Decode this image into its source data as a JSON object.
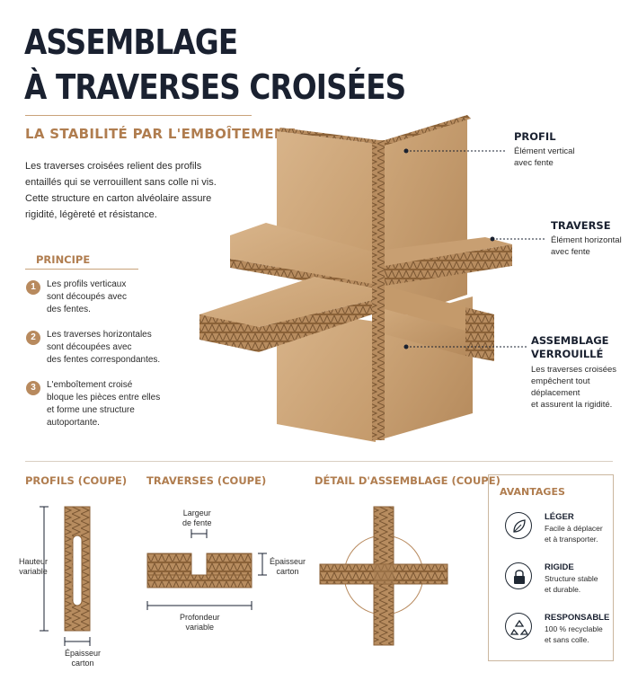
{
  "header": {
    "title_line1": "ASSEMBLAGE",
    "title_line2": "À TRAVERSES CROISÉES",
    "subtitle": "LA STABILITÉ PAR L'EMBOÎTEMENT",
    "intro_lines": [
      "Les traverses croisées relient des profils",
      "entaillés qui se verrouillent sans colle ni vis.",
      "Cette structure en carton alvéolaire assure",
      "rigidité, légèreté et résistance."
    ]
  },
  "principe": {
    "title": "PRINCIPE",
    "steps": [
      {
        "num": "1",
        "lines": [
          "Les profils verticaux",
          "sont découpés avec",
          "des fentes."
        ]
      },
      {
        "num": "2",
        "lines": [
          "Les traverses horizontales",
          "sont découpées avec",
          "des fentes correspondantes."
        ]
      },
      {
        "num": "3",
        "lines": [
          "L'emboîtement croisé",
          "bloque les pièces entre elles",
          "et forme une structure",
          "autoportante."
        ]
      }
    ]
  },
  "callouts": {
    "profil": {
      "title": "PROFIL",
      "lines": [
        "Élément vertical",
        "avec fente"
      ]
    },
    "traverse": {
      "title": "TRAVERSE",
      "lines": [
        "Élément horizontal",
        "avec fente"
      ]
    },
    "assemblage": {
      "title_lines": [
        "ASSEMBLAGE",
        "VERROUILLÉ"
      ],
      "lines": [
        "Les traverses croisées",
        "empêchent tout",
        "déplacement",
        "et assurent la rigidité."
      ]
    }
  },
  "sections": {
    "profils": {
      "title": "PROFILS (COUPE)",
      "height_label": [
        "Hauteur",
        "variable"
      ],
      "thickness_label": [
        "Épaisseur",
        "carton"
      ]
    },
    "traverses": {
      "title": "TRAVERSES (COUPE)",
      "slot_label": [
        "Largeur",
        "de fente"
      ],
      "thickness_label": [
        "Épaisseur",
        "carton"
      ],
      "depth_label": [
        "Profondeur",
        "variable"
      ]
    },
    "detail": {
      "title": "DÉTAIL D'ASSEMBLAGE (COUPE)"
    }
  },
  "avantages": {
    "title": "AVANTAGES",
    "items": [
      {
        "name": "LÉGER",
        "icon": "leaf-icon",
        "lines": [
          "Facile à déplacer",
          "et à transporter."
        ]
      },
      {
        "name": "RIGIDE",
        "icon": "lock-icon",
        "lines": [
          "Structure stable",
          "et durable."
        ]
      },
      {
        "name": "RESPONSABLE",
        "icon": "recycle-icon",
        "lines": [
          "100 % recyclable",
          "et sans colle."
        ]
      }
    ]
  },
  "colors": {
    "accent": "#b07d4f",
    "cardboard": "#c9a274",
    "cardboard_dark": "#a77d52",
    "text": "#1a2130"
  }
}
